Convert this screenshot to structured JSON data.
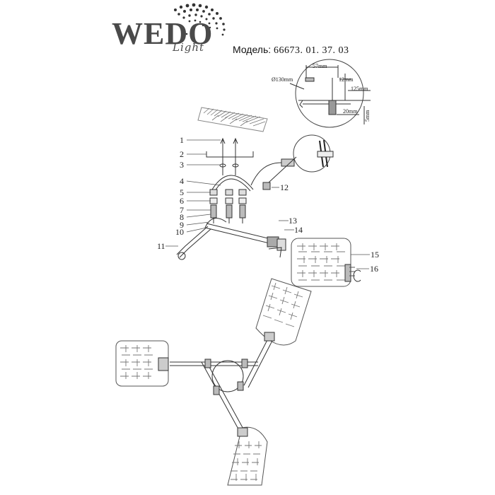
{
  "header": {
    "brand_main": "WEDO",
    "brand_script": "Light",
    "model_label": "Модель:",
    "model_number": "66673. 01. 37. 03"
  },
  "dimensions": {
    "diameter": "Ø130mm",
    "top_width": "57mm",
    "offset": "12mm",
    "height": "125mm",
    "base_width": "20mm",
    "thickness": "5mm"
  },
  "callouts": [
    "1",
    "2",
    "3",
    "4",
    "5",
    "6",
    "7",
    "8",
    "9",
    "10",
    "11",
    "12",
    "13",
    "14",
    "15",
    "16"
  ],
  "colors": {
    "line": "#333333",
    "logo": "#4a4a4a"
  }
}
